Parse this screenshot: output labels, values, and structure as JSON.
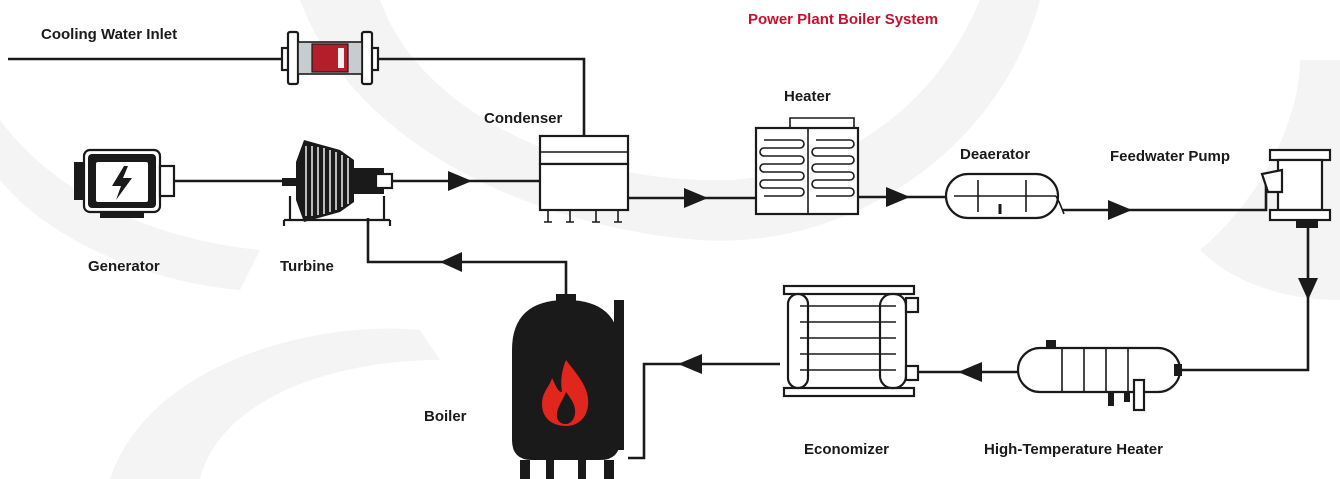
{
  "title": "Power Plant Boiler System",
  "colors": {
    "title": "#c8102e",
    "line": "#1a1a1a",
    "flame": "#e0261d",
    "background_swirl": "#f4f4f5"
  },
  "components": {
    "cooling_water_inlet": "Cooling Water Inlet",
    "condenser": "Condenser",
    "heater": "Heater",
    "deaerator": "Deaerator",
    "feedwater_pump": "Feedwater Pump",
    "generator": "Generator",
    "turbine": "Turbine",
    "boiler": "Boiler",
    "economizer": "Economizer",
    "high_temperature_heater": "High-Temperature Heater"
  },
  "icons": {
    "generator": "lightning-bolt-icon",
    "boiler": "flame-icon",
    "inlet_valve": "filter-valve-icon"
  }
}
